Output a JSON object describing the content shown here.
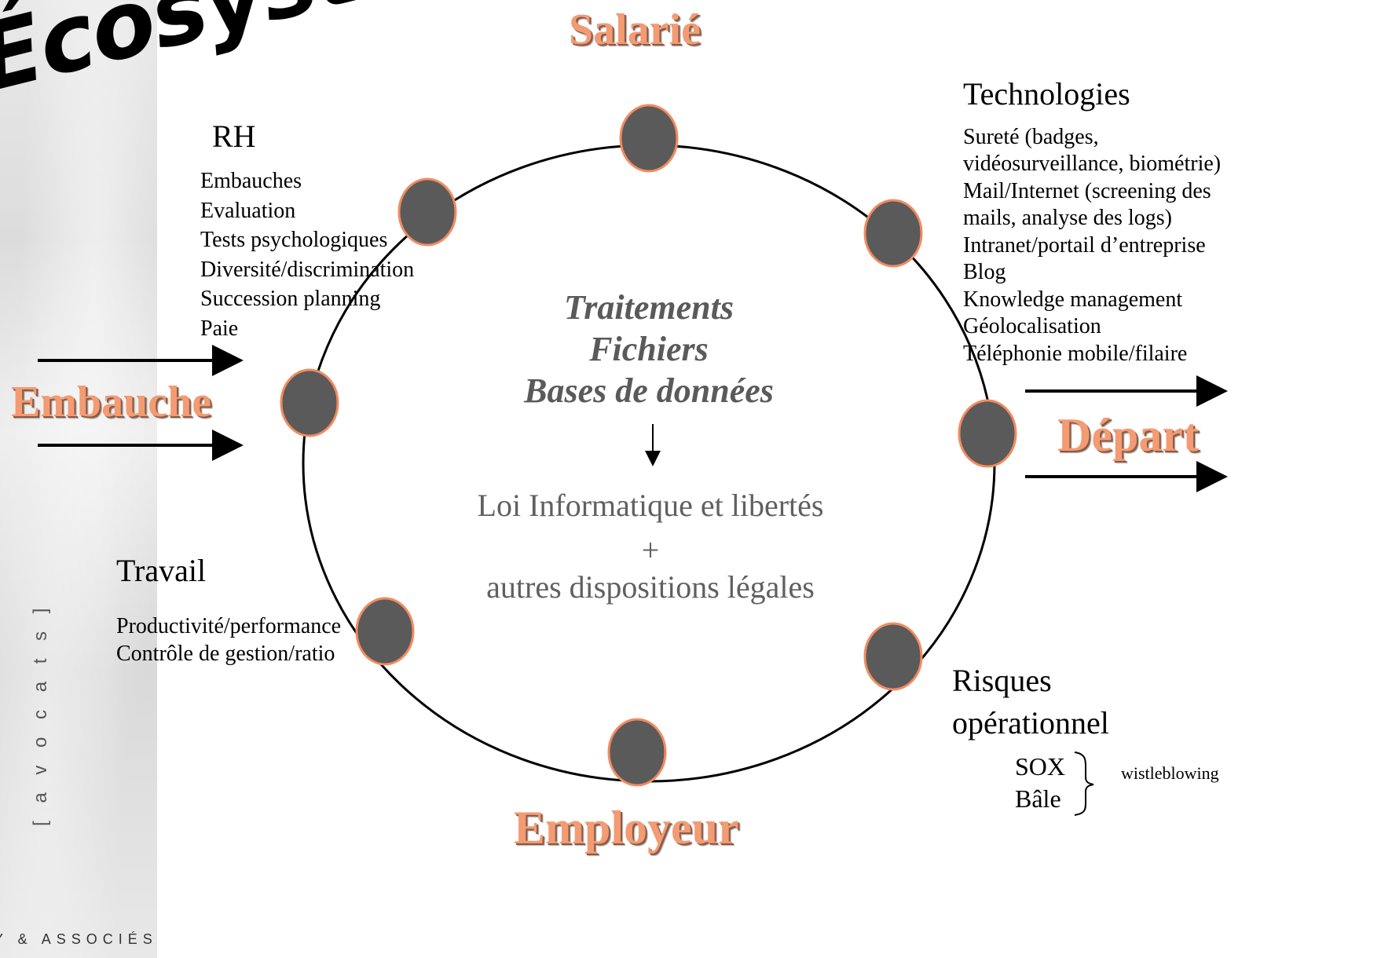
{
  "logo": {
    "text": "Écosystème"
  },
  "poles": {
    "top": "Salarié",
    "left": "Embauche",
    "right": "Départ",
    "bottom": "Employeur"
  },
  "rh": {
    "title": "RH",
    "items": [
      "Embauches",
      "Evaluation",
      "Tests psychologiques",
      "Diversité/discrimination",
      "Succession planning",
      "Paie"
    ]
  },
  "technologies": {
    "title": "Technologies",
    "items": [
      "Sureté (badges,",
      "vidéosurveillance, biométrie)",
      "Mail/Internet (screening des",
      "mails, analyse des logs)",
      "Intranet/portail d’entreprise",
      "Blog",
      "Knowledge management",
      "Géolocalisation",
      "Téléphonie mobile/filaire"
    ]
  },
  "travail": {
    "title": "Travail",
    "items": [
      "Productivité/performance",
      "Contrôle de gestion/ratio"
    ]
  },
  "risques": {
    "title_line1": "Risques",
    "title_line2": "opérationnel",
    "items": [
      "SOX",
      "Bâle"
    ],
    "brace_label": "wistleblowing"
  },
  "center": {
    "lines": [
      "Traitements",
      "Fichiers",
      "Bases de données"
    ],
    "law_line1": "Loi Informatique et libertés",
    "plus": "+",
    "law_line2": "autres dispositions légales"
  },
  "sidebar": {
    "vertical_label": "[ a v o c a t s ]",
    "footer": "Y & ASSOCIÉS"
  },
  "colors": {
    "accent": "#f39b73",
    "node_fill": "#5a5a5a",
    "node_stroke": "#f28b60"
  }
}
